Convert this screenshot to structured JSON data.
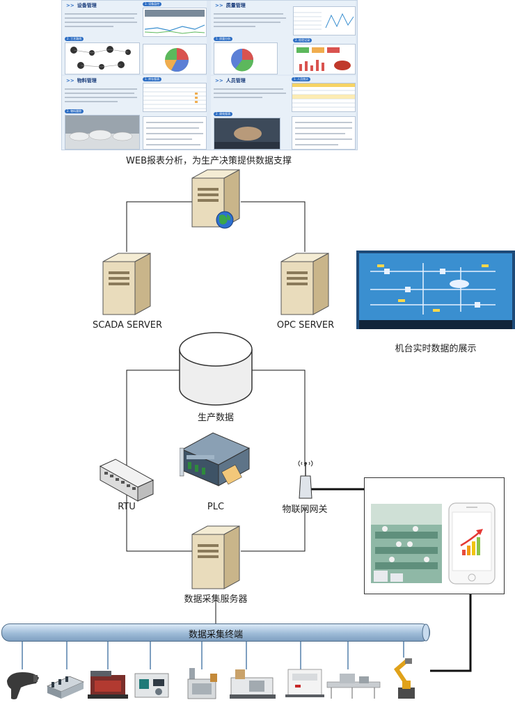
{
  "report": {
    "caption": "WEB报表分析，为生产决策提供数据支撑",
    "panels": [
      {
        "title": "设备管理",
        "tag": "1. 设备监控",
        "tag2": "2. 工艺路线"
      },
      {
        "title": "质量管理",
        "tag": "1. 质量分析",
        "tag2": "2. 检验记录"
      },
      {
        "title": "物料管理",
        "tag": "1. 库存报表",
        "tag2": "2. 物料跟踪"
      },
      {
        "title": "人员管理",
        "tag": "1. 人员统计",
        "tag2": "2. 绩效报表"
      }
    ]
  },
  "servers": {
    "web": "",
    "scada": "SCADA SERVER",
    "opc": "OPC SERVER",
    "database": "生产数据",
    "plc": "PLC",
    "rtu": "RTU",
    "gateway": "物联网网关",
    "collector": "数据采集服务器"
  },
  "realtime": {
    "caption": "机台实时数据的展示"
  },
  "bus": {
    "label": "数据采集终端"
  },
  "terminals": [
    "barcode-scanner",
    "printing-line",
    "cutting-machine",
    "packaging-machine",
    "filling-machine",
    "assembly-machine",
    "labeling-machine",
    "conveyor-line",
    "robot-arm"
  ],
  "colors": {
    "line": "#111111",
    "server_body": "#e9dcbc",
    "bus_blue": "#9fbcd8",
    "screen_bg": "#3a8fd0"
  }
}
